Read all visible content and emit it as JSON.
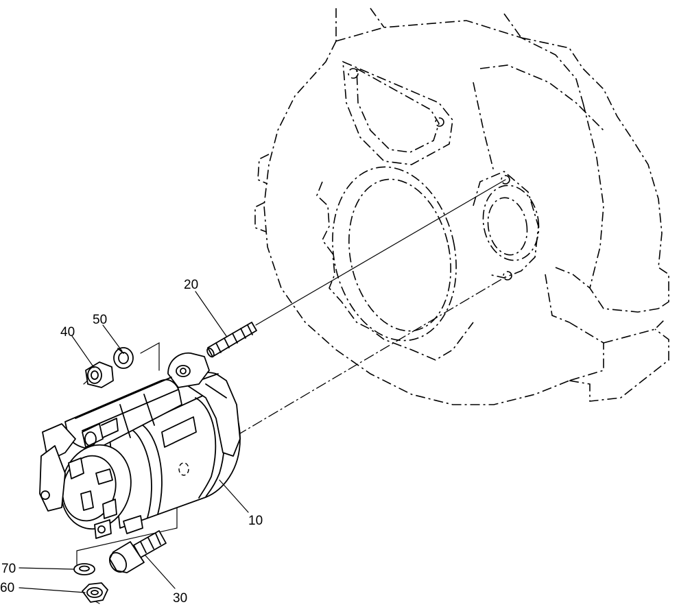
{
  "callouts": [
    {
      "id": "c10",
      "label": "10"
    },
    {
      "id": "c20",
      "label": "20"
    },
    {
      "id": "c30",
      "label": "30"
    },
    {
      "id": "c40",
      "label": "40"
    },
    {
      "id": "c50",
      "label": "50"
    },
    {
      "id": "c60",
      "label": "60"
    },
    {
      "id": "c70",
      "label": "70"
    }
  ]
}
